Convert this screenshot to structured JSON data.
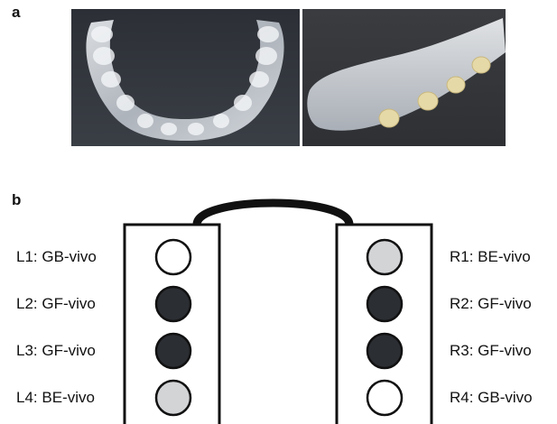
{
  "panels": {
    "a": {
      "label": "a"
    },
    "b": {
      "label": "b"
    }
  },
  "colors": {
    "white_disc": "#ffffff",
    "gray_disc": "#d2d4d6",
    "dark_disc": "#2b2e33",
    "outline": "#111111"
  },
  "left_side": {
    "rows": [
      {
        "label": "L1: GB-vivo",
        "fill": "white"
      },
      {
        "label": "L2: GF-vivo",
        "fill": "dark"
      },
      {
        "label": "L3: GF-vivo",
        "fill": "dark"
      },
      {
        "label": "L4: BE-vivo",
        "fill": "gray"
      }
    ]
  },
  "right_side": {
    "rows": [
      {
        "label": "R1: BE-vivo",
        "fill": "gray"
      },
      {
        "label": "R2: GF-vivo",
        "fill": "dark"
      },
      {
        "label": "R3: GF-vivo",
        "fill": "dark"
      },
      {
        "label": "R4: GB-vivo",
        "fill": "white"
      }
    ]
  }
}
